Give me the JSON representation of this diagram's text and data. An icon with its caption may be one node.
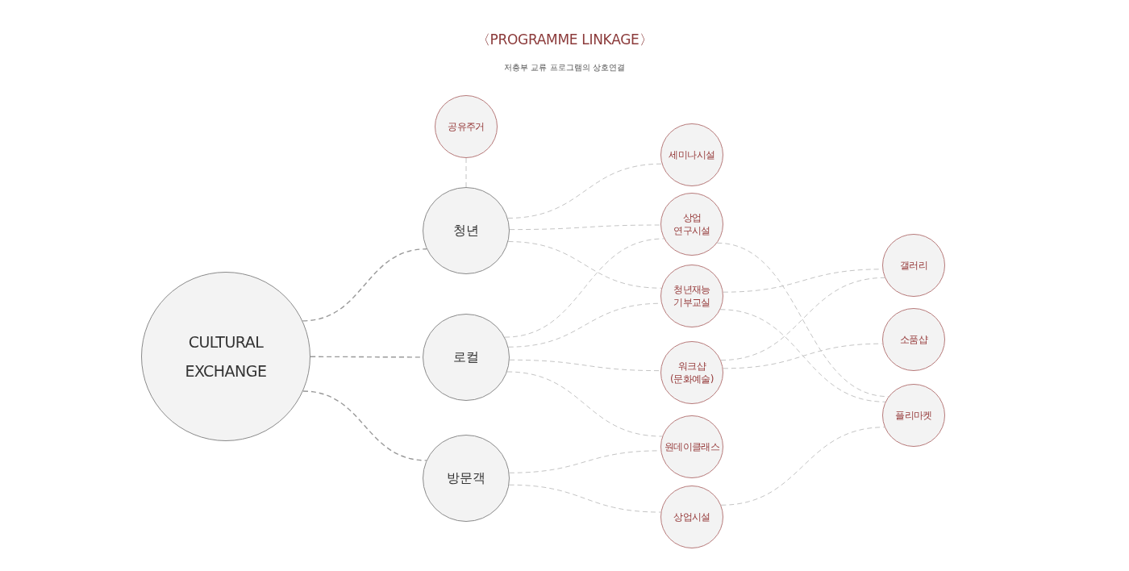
{
  "diagram": {
    "title": "〈PROGRAMME LINKAGE〉",
    "nodes": [
      {
        "text": [
          "CULTURAL EXCHANGE"
        ]
      },
      {
        "text": [
          "공유주거"
        ]
      },
      {
        "text": [
          "청년"
        ]
      },
      {
        "text": [
          "로컬"
        ]
      },
      {
        "text": [
          "방문객"
        ]
      },
      {
        "text": [
          "세미나시설"
        ]
      },
      {
        "text": [
          "상업 연구시설"
        ]
      },
      {
        "text": [
          "청년재능 기부교실"
        ]
      },
      {
        "text": [
          "워크샵 (문화예술)"
        ]
      },
      {
        "text": [
          "원데이클래스"
        ]
      },
      {
        "text": [
          "상업시설"
        ]
      },
      {
        "text": [
          "갤러리"
        ]
      },
      {
        "text": [
          "소품샵"
        ]
      },
      {
        "text": [
          "플리마켓"
        ]
      }
    ],
    "edges": [
      {
        "from": 0,
        "to": 2,
        "arrow": "none",
        "color": "#999999"
      },
      {
        "from": 0,
        "to": 3,
        "arrow": "none",
        "color": "#999999"
      },
      {
        "from": 0,
        "to": 4,
        "arrow": "none",
        "color": "#999999"
      },
      {
        "from": 2,
        "to": 1,
        "arrow": "none"
      },
      {
        "from": 2,
        "to": 5,
        "arrow": "none"
      },
      {
        "from": 2,
        "to": 6,
        "arrow": "none"
      },
      {
        "from": 2,
        "to": 7,
        "arrow": "none"
      },
      {
        "from": 3,
        "to": 6,
        "arrow": "none"
      },
      {
        "from": 3,
        "to": 7,
        "arrow": "none"
      },
      {
        "from": 3,
        "to": 8,
        "arrow": "none"
      },
      {
        "from": 3,
        "to": 9,
        "arrow": "none"
      },
      {
        "from": 4,
        "to": 9,
        "arrow": "none"
      },
      {
        "from": 4,
        "to": 10,
        "arrow": "none"
      },
      {
        "from": 6,
        "to": 13,
        "arrow": "none"
      },
      {
        "from": 7,
        "to": 11,
        "arrow": "none"
      },
      {
        "from": 7,
        "to": 13,
        "arrow": "none"
      },
      {
        "from": 8,
        "to": 11,
        "arrow": "none"
      },
      {
        "from": 8,
        "to": 12,
        "arrow": "none"
      },
      {
        "from": 10,
        "to": 13,
        "arrow": "none"
      }
    ],
    "labels": [
      "저층부 교류 프로그램의 상호연결"
    ]
  }
}
